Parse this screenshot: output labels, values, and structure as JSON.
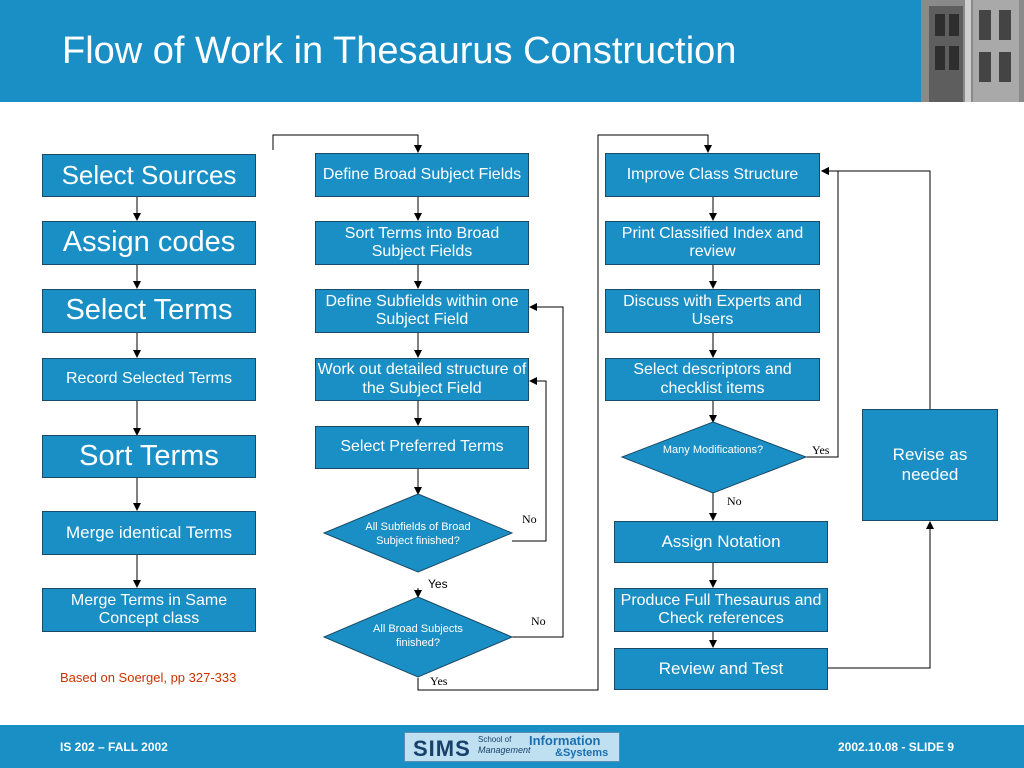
{
  "slide": {
    "title": "Flow of Work in Thesaurus Construction",
    "credit": "Based on Soergel, pp 327-333",
    "footer_left": "IS 202 – FALL 2002",
    "footer_right": "2002.10.08 - SLIDE 9",
    "logo": {
      "sims": "SIMS",
      "school_of": "School of",
      "management": "Management",
      "information": "Information",
      "systems": "&Systems"
    }
  },
  "col1": {
    "select_sources": "Select Sources",
    "assign_codes": "Assign codes",
    "select_terms": "Select Terms",
    "record_selected_terms": "Record Selected Terms",
    "sort_terms": "Sort Terms",
    "merge_identical_terms": "Merge identical Terms",
    "merge_terms_concept": "Merge Terms in Same Concept class"
  },
  "col2": {
    "define_broad": "Define Broad Subject Fields",
    "sort_into_broad": "Sort Terms into Broad Subject Fields",
    "define_subfields": "Define Subfields within one Subject Field",
    "work_out": "Work out detailed structure of the Subject Field",
    "select_preferred": "Select Preferred Terms",
    "decision_subfields": "All Subfields of Broad Subject finished?",
    "decision_broad": "All Broad Subjects finished?"
  },
  "col3": {
    "improve_class": "Improve Class Structure",
    "print_index": "Print Classified Index and review",
    "discuss_experts": "Discuss with Experts and Users",
    "select_descriptors": "Select descriptors and checklist items",
    "decision_many": "Many Modifications?",
    "assign_notation": "Assign Notation",
    "produce_full": "Produce Full Thesaurus and Check references",
    "review_test": "Review and Test"
  },
  "col4": {
    "revise": "Revise as needed"
  },
  "labels": {
    "no_1": "No",
    "yes_1": "Yes",
    "no_2": "No",
    "yes_2": "Yes",
    "yes_3": "Yes",
    "no_3": "No"
  },
  "colors": {
    "header_blue": "#1a8fc5",
    "box_blue": "#1a8fc5",
    "credit_red": "#cc3300"
  }
}
